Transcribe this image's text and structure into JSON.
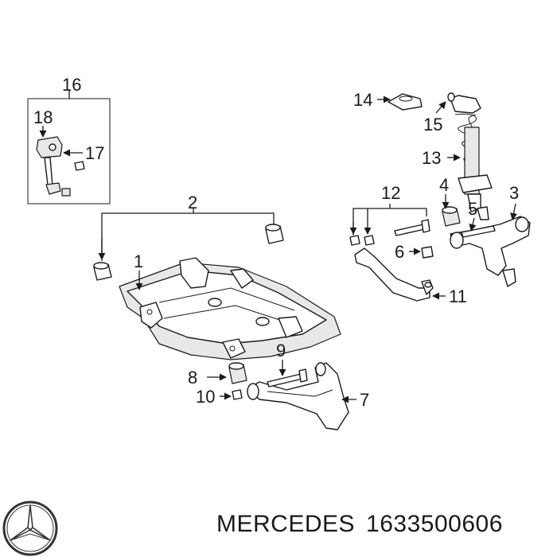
{
  "callouts": {
    "c1": "1",
    "c2": "2",
    "c3": "3",
    "c4": "4",
    "c5": "5",
    "c6": "6",
    "c7": "7",
    "c8": "8",
    "c9": "9",
    "c10": "10",
    "c11": "11",
    "c12": "12",
    "c13": "13",
    "c14": "14",
    "c15": "15",
    "c16": "16",
    "c17": "17",
    "c18": "18"
  },
  "footer": {
    "brand": "MERCEDES",
    "part_number": "1633500606",
    "logo_icon": "mercedes-star-logo-icon"
  }
}
